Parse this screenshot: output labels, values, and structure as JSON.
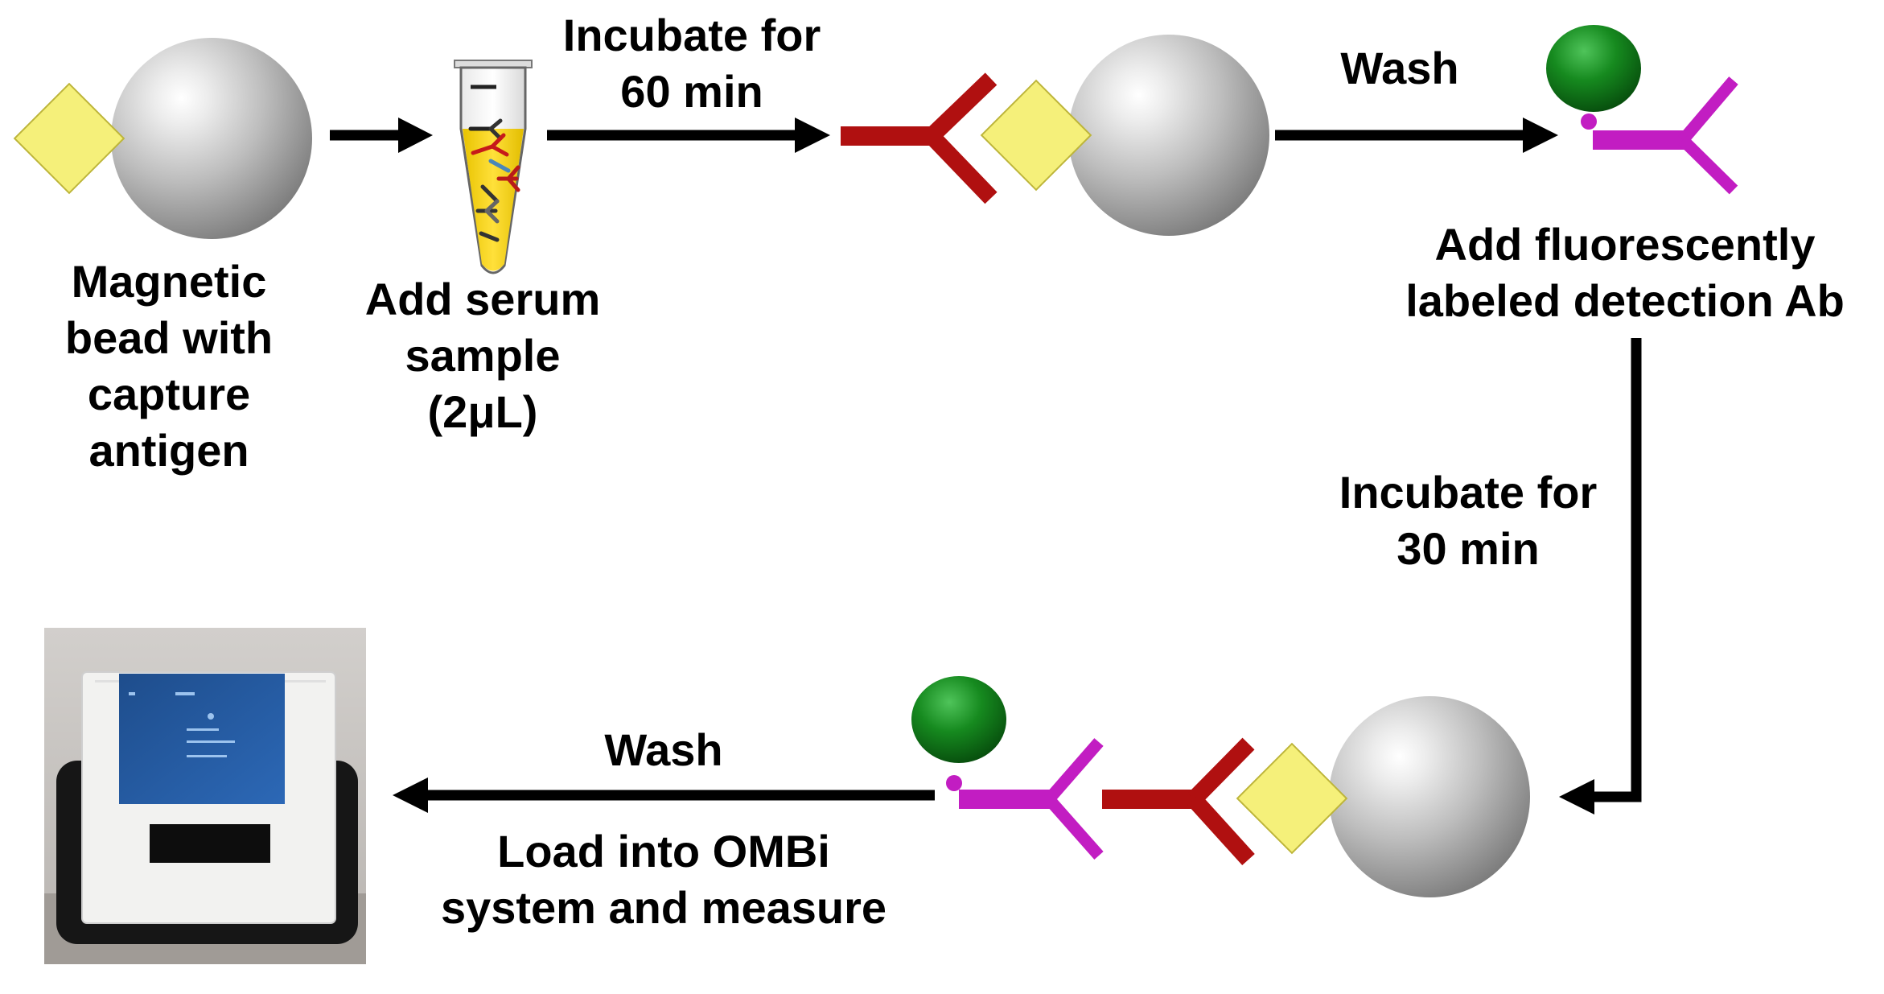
{
  "steps": {
    "bead_label": [
      "Magnetic",
      "bead with",
      "capture",
      "antigen"
    ],
    "serum_label": [
      "Add serum",
      "sample",
      "(2μL)"
    ],
    "incubate_60": [
      "Incubate for",
      "60 min"
    ],
    "wash_1": "Wash",
    "detection_label": [
      "Add fluorescently",
      "labeled detection Ab"
    ],
    "incubate_30": [
      "Incubate for",
      "30 min"
    ],
    "wash_2": "Wash",
    "load_label": [
      "Load into OMBi",
      "system and measure"
    ]
  },
  "colors": {
    "antigen": "#f5f07a",
    "capture_antibody": "#b01010",
    "detection_antibody": "#c21dc2",
    "fluorophore": "#138a1c",
    "bead": "#b8b8b8",
    "serum": "#f2d21c",
    "arrow": "#000000"
  },
  "icons": {
    "bead": "magnetic-bead-icon",
    "tube": "sample-tube-icon",
    "instrument": "ombi-instrument-icon"
  }
}
